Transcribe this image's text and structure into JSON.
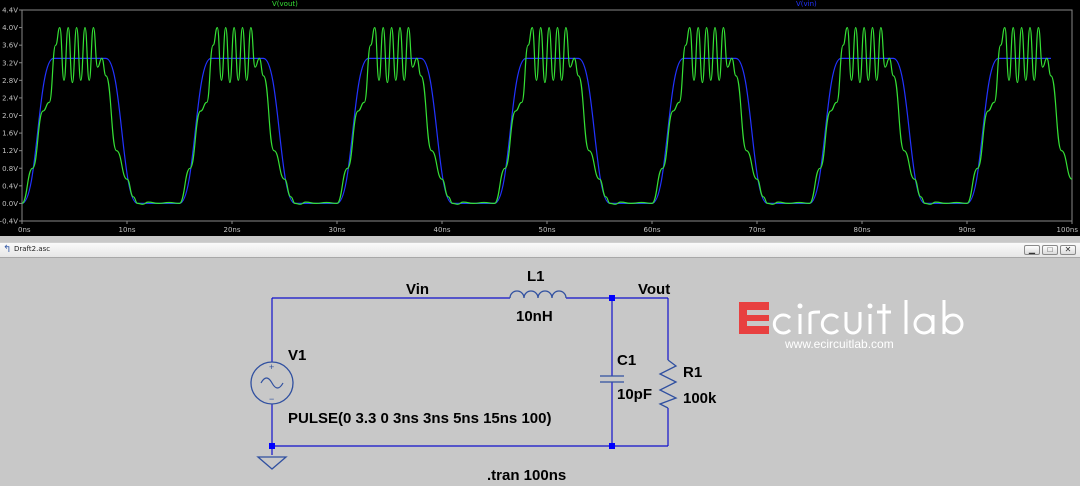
{
  "plot": {
    "trace_labels": {
      "vout": "V(vout)",
      "vin": "V(vin)"
    },
    "colors": {
      "vout": "#35e035",
      "vin": "#2233ff",
      "axis": "#888888",
      "grid": "#555555",
      "tick_text": "#c0c0c0"
    }
  },
  "chart_data": {
    "type": "line",
    "title": "",
    "xlabel": "",
    "ylabel": "",
    "xlim": [
      0,
      100
    ],
    "ylim": [
      -0.4,
      4.4
    ],
    "x_unit": "ns",
    "y_unit": "V",
    "x_ticks": [
      "0ns",
      "10ns",
      "20ns",
      "30ns",
      "40ns",
      "50ns",
      "60ns",
      "70ns",
      "80ns",
      "90ns",
      "100ns"
    ],
    "y_ticks": [
      "-0.4V",
      "0.0V",
      "0.4V",
      "0.8V",
      "1.2V",
      "1.6V",
      "2.0V",
      "2.4V",
      "2.8V",
      "3.2V",
      "3.6V",
      "4.0V",
      "4.4V"
    ],
    "series": [
      {
        "name": "V(vout)",
        "x": [
          0,
          1,
          2,
          2.6,
          3.2,
          3.6,
          4.0,
          4.4,
          4.8,
          5.2,
          5.6,
          6.0,
          6.4,
          6.8,
          7.2,
          7.6,
          8,
          9,
          10,
          10.6,
          11,
          11.5,
          12,
          13,
          14,
          15
        ],
        "y": [
          0,
          0.8,
          2.1,
          2.3,
          3.6,
          4.0,
          2.8,
          4.0,
          2.75,
          4.0,
          2.8,
          4.0,
          2.8,
          4.0,
          3.1,
          3.3,
          2.9,
          1.2,
          0.55,
          0.15,
          0,
          -0.02,
          0.03,
          0,
          0.02,
          0
        ]
      },
      {
        "name": "V(vin)",
        "x": [
          0,
          3,
          8,
          11,
          15
        ],
        "y": [
          0,
          3.3,
          3.3,
          0,
          0
        ]
      }
    ],
    "period_ns": 15
  },
  "window": {
    "title": "Draft2.asc",
    "buttons": {
      "minimize": "▁",
      "maximize": "□",
      "close": "✕"
    }
  },
  "schematic": {
    "labels": {
      "vin": "Vin",
      "vout": "Vout",
      "l1_name": "L1",
      "l1_value": "10nH",
      "c1_name": "C1",
      "c1_value": "10pF",
      "r1_name": "R1",
      "r1_value": "100k",
      "v1_name": "V1",
      "v1_value": "PULSE(0 3.3 0 3ns 3ns 5ns 15ns 100)",
      "directive": ".tran 100ns",
      "src_plus": "+",
      "src_minus": "−"
    },
    "colors": {
      "wire": "#1010cc",
      "junction": "#0000ff",
      "component": "#3050a0"
    }
  },
  "watermark": {
    "logo_text": "ecircuitlab",
    "url": "www.ecircuitlab.com",
    "accent": "#e84040"
  }
}
